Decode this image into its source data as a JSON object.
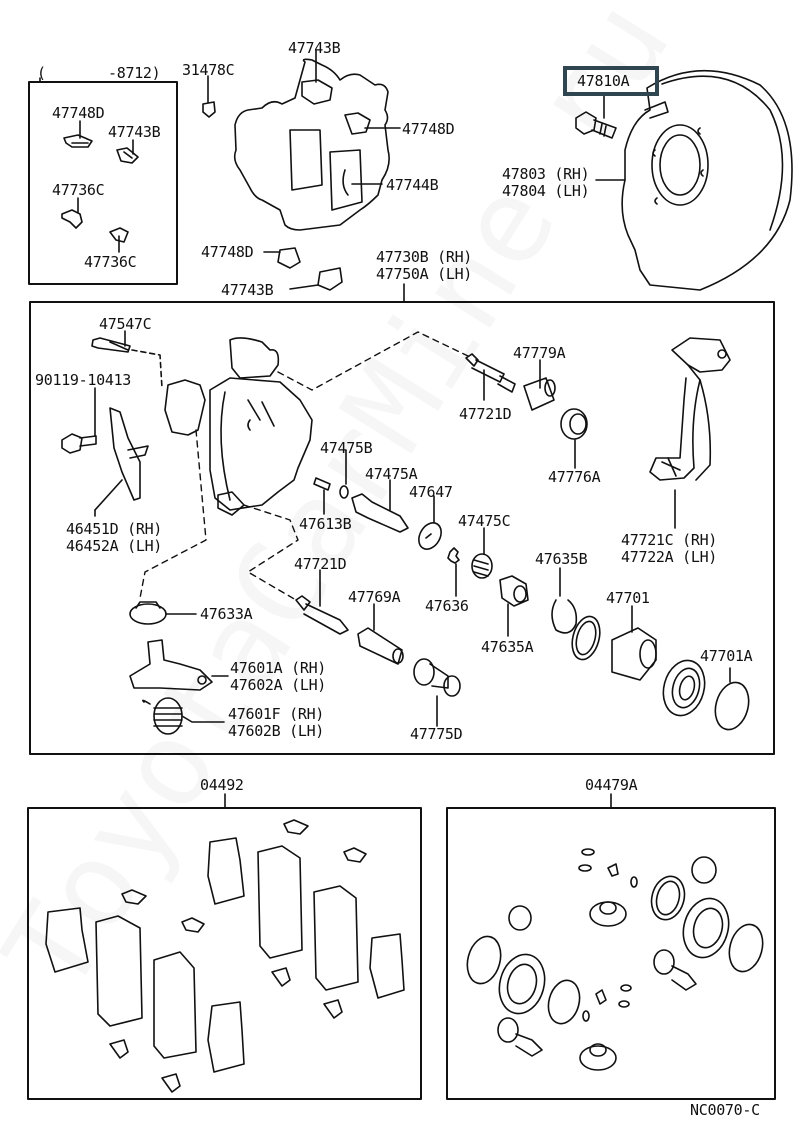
{
  "diagram": {
    "code": "NC0070-C",
    "watermark": "ToyotaCarMine.ru",
    "highlight_color": "#2f4550",
    "highlighted_part": "47810A",
    "inset_range": {
      "open": "(",
      "close": "-8712)"
    },
    "top_inset_parts": [
      {
        "id": "47748D"
      },
      {
        "id": "47743B"
      },
      {
        "id": "47736C"
      },
      {
        "id": "47736C"
      }
    ],
    "top_parts": {
      "p31478C": "31478C",
      "p47743B_top": "47743B",
      "p47748D_right": "47748D",
      "p47744B": "47744B",
      "p47748D_bottom": "47748D",
      "p47743B_bottom": "47743B",
      "p47730B": "47730B (RH)",
      "p47750A": "47750A (LH)",
      "p47810A": "47810A",
      "p47803": "47803 (RH)",
      "p47804": "47804 (LH)"
    },
    "caliper_parts": {
      "p47547C": "47547C",
      "p90119": "90119-10413",
      "p46451D": "46451D (RH)",
      "p46452A": "46452A (LH)",
      "p47721D_top": "47721D",
      "p47779A": "47779A",
      "p47776A": "47776A",
      "p47475B": "47475B",
      "p47475A": "47475A",
      "p47647": "47647",
      "p47613B": "47613B",
      "p47475C": "47475C",
      "p47721C": "47721C (RH)",
      "p47722A": "47722A (LH)",
      "p47721D_bottom": "47721D",
      "p47769A": "47769A",
      "p47636": "47636",
      "p47635B": "47635B",
      "p47635A": "47635A",
      "p47701": "47701",
      "p47701A": "47701A",
      "p47633A": "47633A",
      "p47601A": "47601A (RH)",
      "p47602A": "47602A (LH)",
      "p47601F": "47601F (RH)",
      "p47602B": "47602B (LH)",
      "p47775D": "47775D"
    },
    "kits": {
      "pad_kit": "04492",
      "seal_kit": "04479A"
    }
  }
}
